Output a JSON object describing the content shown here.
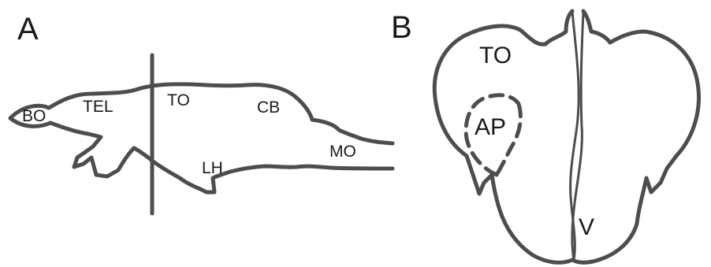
{
  "panels": {
    "a": {
      "letter": "A",
      "labels": {
        "bo": "BO",
        "tel": "TEL",
        "to": "TO",
        "cb": "CB",
        "mo": "MO",
        "lh": "LH"
      }
    },
    "b": {
      "letter": "B",
      "labels": {
        "to": "TO",
        "ap": "AP",
        "v": "V"
      }
    }
  },
  "colors": {
    "outline": "#4d4d4d",
    "text": "#1a1a1a",
    "background": "#ffffff"
  }
}
